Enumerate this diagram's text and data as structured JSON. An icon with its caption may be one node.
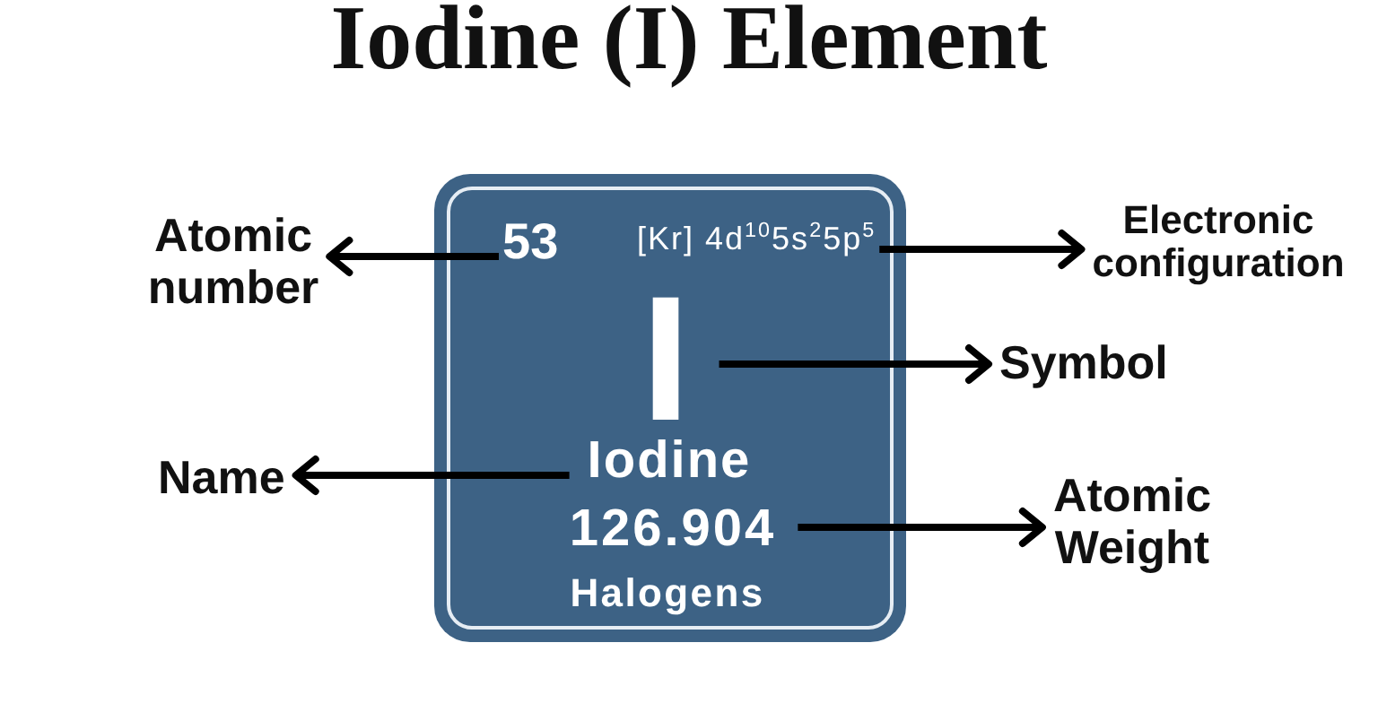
{
  "diagram": {
    "title": "Iodine (I) Element",
    "nodes": [
      {
        "text": [
          "Halogens"
        ]
      },
      {
        "text": [
          "53"
        ],
        "in": 0
      },
      {
        "text": [
          "[Kr] 4d$^{10}$5s$^{2}$5p$^{5}$"
        ],
        "in": 0
      },
      {
        "text": [
          "I"
        ],
        "in": 0
      },
      {
        "text": [
          "Iodine"
        ],
        "in": 0
      },
      {
        "text": [
          "126.904"
        ],
        "in": 0
      },
      {
        "text": [
          "Atomic number"
        ]
      },
      {
        "text": [
          "Electronic configuration"
        ]
      },
      {
        "text": [
          "Symbol"
        ]
      },
      {
        "text": [
          "Name"
        ]
      },
      {
        "text": [
          "Atomic Weight"
        ]
      }
    ],
    "edges": [
      {
        "from": 1,
        "to": 6,
        "arrow": "to"
      },
      {
        "from": 2,
        "to": 7,
        "arrow": "to"
      },
      {
        "from": 3,
        "to": 8,
        "arrow": "to"
      },
      {
        "from": 4,
        "to": 9,
        "arrow": "to"
      },
      {
        "from": 5,
        "to": 10,
        "arrow": "to"
      }
    ]
  }
}
